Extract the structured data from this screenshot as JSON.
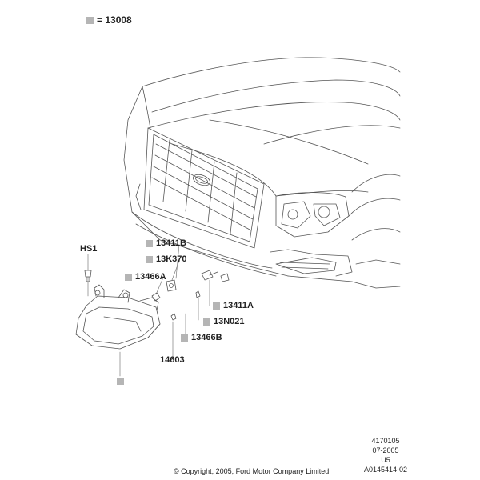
{
  "legend": {
    "code": "= 13008",
    "swatch_color": "#b5b5b5"
  },
  "parts": {
    "hs1": "HS1",
    "p13411b": "13411B",
    "p13k370": "13K370",
    "p13466a": "13466A",
    "p13411a": "13411A",
    "p13n021": "13N021",
    "p13466b": "13466B",
    "p14603": "14603"
  },
  "reference": {
    "line1": "4170105",
    "line2": "07-2005",
    "line3": "U5",
    "line4": "A0145414-02"
  },
  "copyright": "© Copyright, 2005, Ford Motor Company Limited"
}
